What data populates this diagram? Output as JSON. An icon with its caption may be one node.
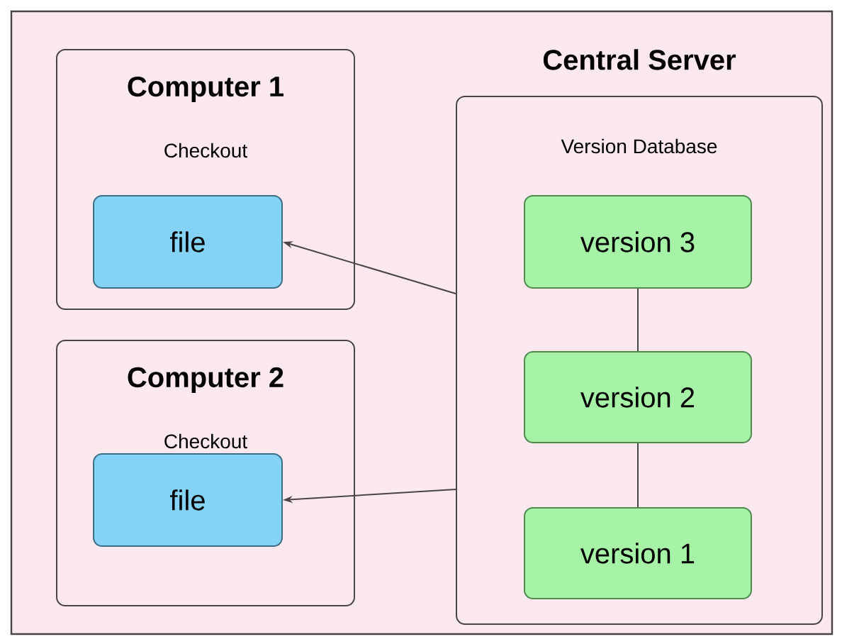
{
  "diagram": {
    "nodes": [
      {
        "text": [
          "Computer 1",
          "Checkout"
        ]
      },
      {
        "text": [
          "file"
        ],
        "in": 0
      },
      {
        "text": [
          "Computer 2",
          "Checkout"
        ]
      },
      {
        "text": [
          "file"
        ],
        "in": 2
      },
      {
        "text": [
          "Central Server",
          "Version Database"
        ]
      },
      {
        "text": [
          "version 3"
        ],
        "in": 4
      },
      {
        "text": [
          "version 2"
        ],
        "in": 4
      },
      {
        "text": [
          "version 1"
        ],
        "in": 4
      }
    ],
    "edges": [
      {
        "from": 4,
        "to": 1,
        "arrow": "to"
      },
      {
        "from": 4,
        "to": 3,
        "arrow": "to"
      },
      {
        "from": 5,
        "to": 6,
        "arrow": "none"
      },
      {
        "from": 6,
        "to": 7,
        "arrow": "none"
      }
    ]
  }
}
